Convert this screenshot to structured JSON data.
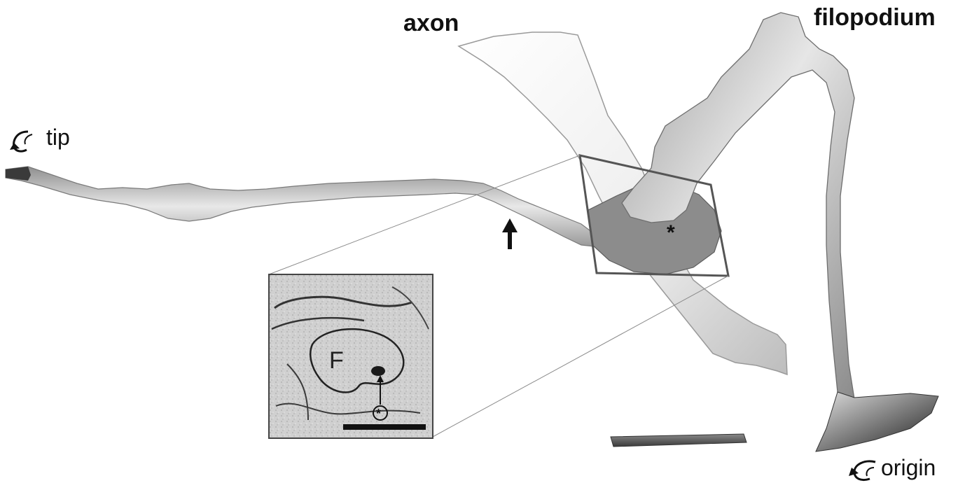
{
  "labels": {
    "axon": "axon",
    "filopodium": "filopodium",
    "tip": "tip",
    "origin": "origin",
    "inset_F": "F",
    "asterisk": "*"
  },
  "colors": {
    "background": "#ffffff",
    "rendering_fill": "#d6d6d6",
    "axon_fill": "#f2f2f2",
    "box_outline": "#555555",
    "scale_bar": "#111111"
  }
}
